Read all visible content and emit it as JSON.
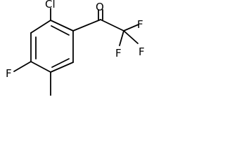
{
  "molecule": {
    "atoms": {
      "chlorine": "Cl",
      "oxygen": "O",
      "fluorine_ring": "F",
      "fluorine_cf3_top": "F",
      "fluorine_cf3_right": "F",
      "fluorine_cf3_bottom": "F"
    }
  }
}
